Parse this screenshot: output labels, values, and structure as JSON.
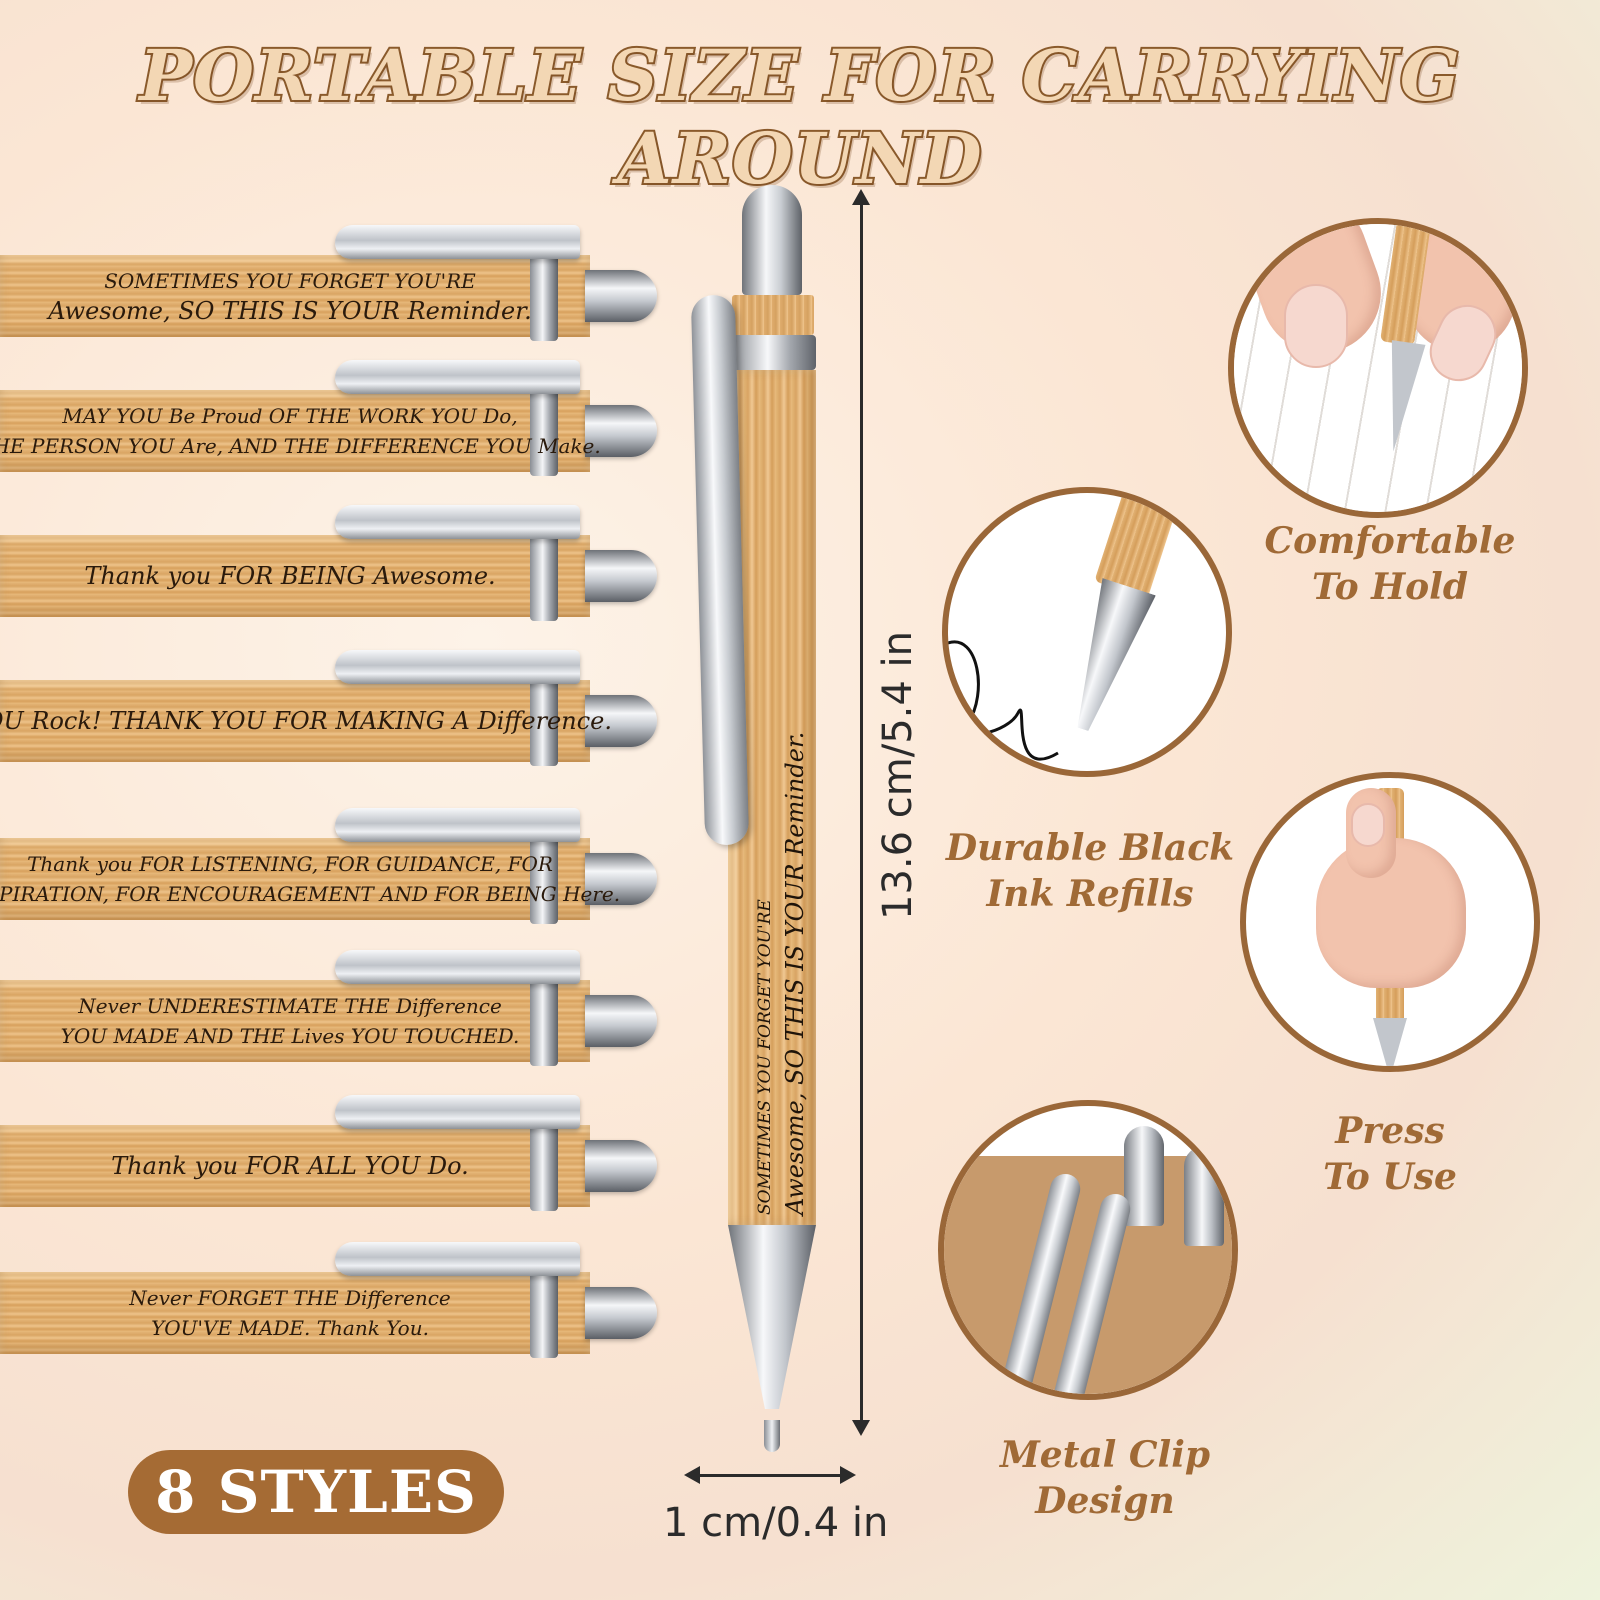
{
  "title": "PORTABLE SIZE FOR CARRYING AROUND",
  "pens": [
    {
      "line1": "SOMETIMES YOU FORGET YOU'RE",
      "line2": "Awesome, SO THIS IS YOUR Reminder."
    },
    {
      "line1": "MAY YOU Be Proud OF THE WORK YOU Do,",
      "line2": "THE PERSON YOU Are, AND THE DIFFERENCE YOU Make."
    },
    {
      "line1": "",
      "line2": "Thank you FOR BEING Awesome."
    },
    {
      "line1": "",
      "line2": "YOU Rock! THANK YOU FOR MAKING A Difference."
    },
    {
      "line1": "Thank you FOR LISTENING, FOR GUIDANCE, FOR",
      "line2": "INSPIRATION, FOR ENCOURAGEMENT AND FOR BEING Here."
    },
    {
      "line1": "Never UNDERESTIMATE THE Difference",
      "line2": "YOU MADE AND THE Lives YOU TOUCHED."
    },
    {
      "line1": "",
      "line2": "Thank you FOR ALL YOU Do."
    },
    {
      "line1": "Never FORGET THE Difference",
      "line2": "YOU'VE MADE. Thank You."
    }
  ],
  "center_pen": {
    "line1": "SOMETIMES YOU FORGET YOU'RE",
    "line2": "Awesome, SO THIS IS YOUR Reminder."
  },
  "dimensions": {
    "height": "13.6 cm/5.4 in",
    "width": "1 cm/0.4 in"
  },
  "badge": "8 STYLES",
  "features": [
    {
      "line1": "Comfortable",
      "line2": "To Hold",
      "icon": "hand-writing-icon"
    },
    {
      "line1": "Durable Black",
      "line2": "Ink Refills",
      "icon": "pen-tip-icon"
    },
    {
      "line1": "Press",
      "line2": "To Use",
      "icon": "hand-holding-pen-icon"
    },
    {
      "line1": "Metal Clip",
      "line2": "Design",
      "icon": "metal-clip-icon"
    }
  ],
  "colors": {
    "accent": "#a06a36",
    "badge": "#a56b34",
    "wood": "#e2b274"
  }
}
